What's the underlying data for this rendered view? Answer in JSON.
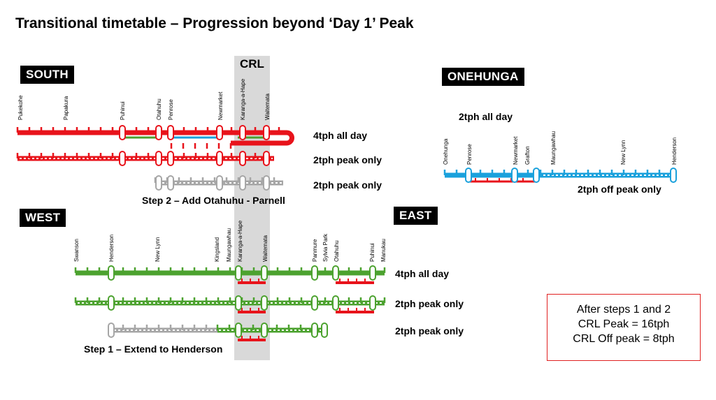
{
  "title": "Transitional timetable – Progression beyond ‘Day 1’ Peak",
  "crl_label": "CRL",
  "sections": {
    "south": {
      "tag": "SOUTH"
    },
    "onehunga": {
      "tag": "ONEHUNGA"
    },
    "west": {
      "tag": "WEST"
    },
    "east": {
      "tag": "EAST"
    }
  },
  "south_stations": [
    "Pukekohe",
    "Papakura",
    "Puhinui",
    "Otahuhu",
    "Penrose",
    "Newmarket",
    "Karanga-a-Hape",
    "Waitemata"
  ],
  "west_stations": [
    "Swanson",
    "Henderson",
    "New Lynn",
    "Kingsland",
    "Maungawhau",
    "Karanga-a-Hape",
    "Waitemata",
    "Panmure",
    "Sylvia Park",
    "Otahuhu",
    "Puhinui",
    "Manukau"
  ],
  "onehunga_stations": [
    "Onehunga",
    "Penrose",
    "Newmarket",
    "Grafton",
    "Maungawhau",
    "New Lynn",
    "Henderson"
  ],
  "labels": {
    "south_4tph": "4tph all day",
    "south_2tph": "2tph peak only",
    "south_step2_2tph": "2tph peak only",
    "step2": "Step 2 – Add Otahuhu - Parnell",
    "onehunga_all_day": "2tph all day",
    "onehunga_off_peak": "2tph off peak only",
    "west_4tph": "4tph all day",
    "west_2tph": "2tph peak only",
    "west_step1_2tph": "2tph peak only",
    "step1": "Step 1 – Extend to Henderson"
  },
  "summary": {
    "line1": "After steps 1 and 2",
    "line2": "CRL Peak = 16tph",
    "line3": "CRL Off peak = 8tph"
  },
  "colors": {
    "red": "#e8131b",
    "green": "#4ca22f",
    "blue": "#1aa1dc",
    "grey": "#a6a6a6",
    "crl_band": "#d9d9d9",
    "summary_border": "#e02020"
  }
}
